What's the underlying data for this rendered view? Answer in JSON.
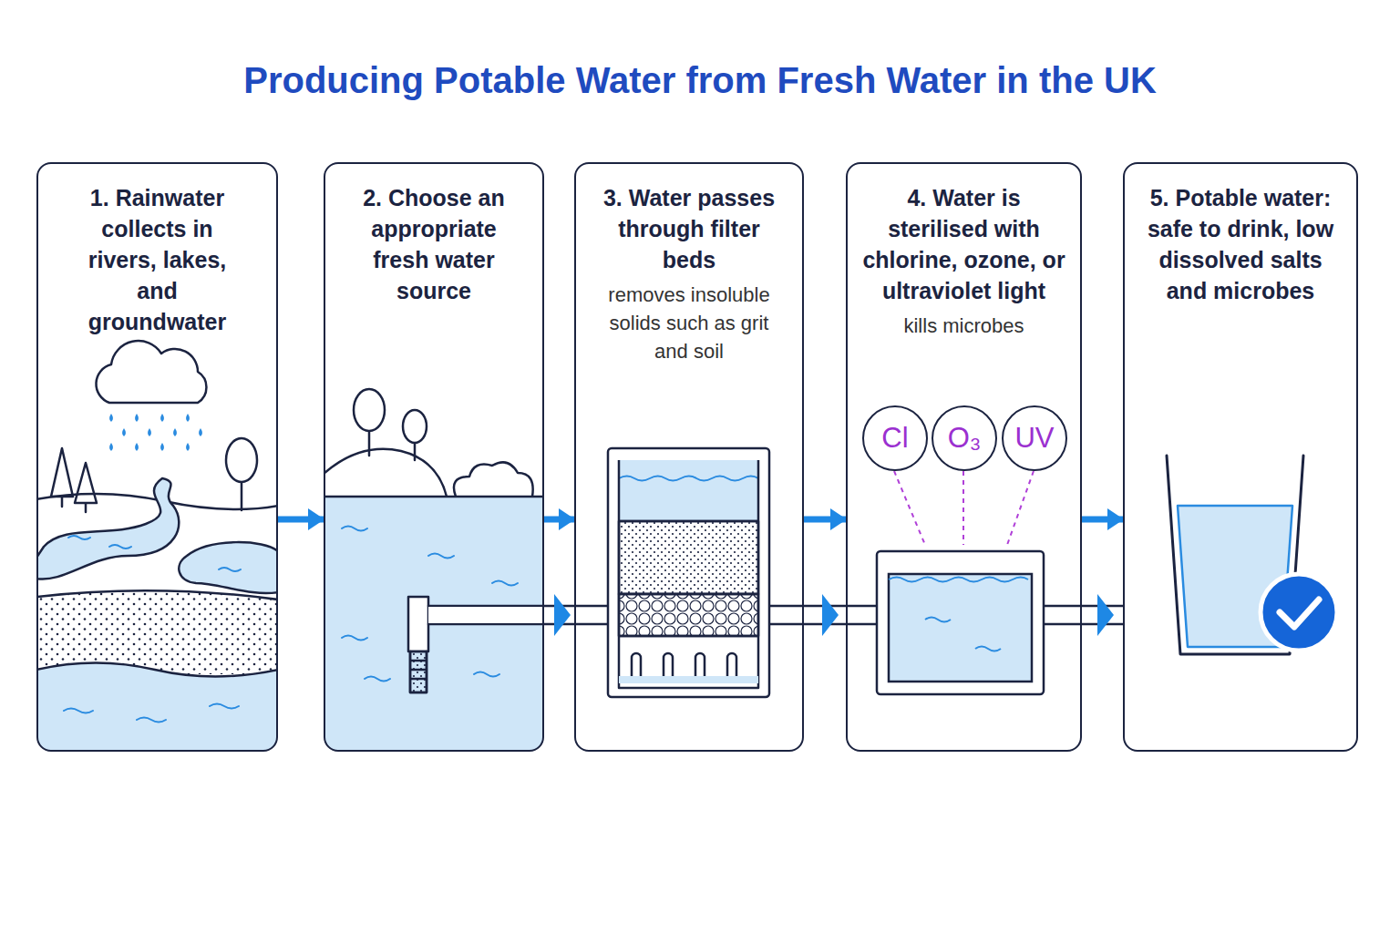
{
  "diagram": {
    "title": "Producing Potable Water from Fresh Water in the UK",
    "nodes": [
      {
        "text": [
          "1. Rainwater collects in rivers, lakes, and groundwater"
        ]
      },
      {
        "text": [
          "2. Choose an appropriate fresh water source"
        ]
      },
      {
        "text": [
          "3. Water passes through filter beds",
          "removes insoluble solids such as grit and soil"
        ]
      },
      {
        "text": [
          "4. Water is sterilised with chlorine, ozone, or ultraviolet light",
          "kills microbes"
        ]
      },
      {
        "text": [
          "5. Potable water: safe to drink, low dissolved salts and microbes"
        ]
      },
      {
        "text": [
          "Cl"
        ],
        "in": 3
      },
      {
        "text": [
          "O₃"
        ],
        "in": 3
      },
      {
        "text": [
          "UV"
        ],
        "in": 3
      }
    ],
    "edges": [
      {
        "from": 0,
        "to": 1,
        "arrow": "to"
      },
      {
        "from": 1,
        "to": 2,
        "arrow": "to"
      },
      {
        "from": 2,
        "to": 3,
        "arrow": "to"
      },
      {
        "from": 3,
        "to": 4,
        "arrow": "to"
      }
    ]
  }
}
